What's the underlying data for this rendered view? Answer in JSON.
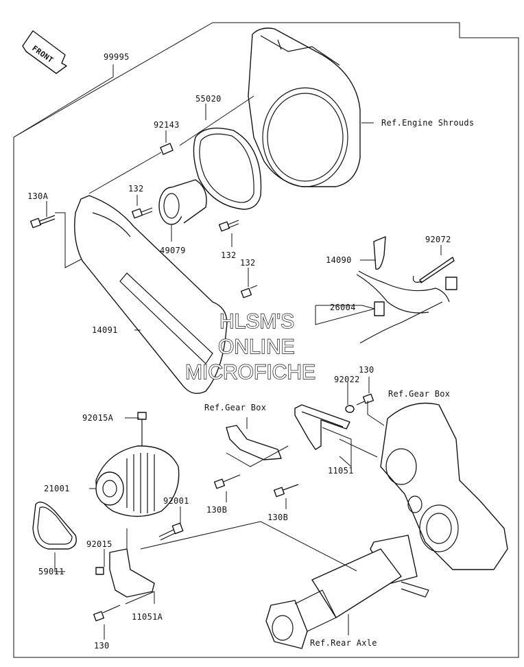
{
  "front_arrow": {
    "label": "FRONT"
  },
  "callouts": {
    "c99995": "99995",
    "c55020": "55020",
    "c92143": "92143",
    "c130A": "130A",
    "c132a": "132",
    "c49079": "49079",
    "c132b": "132",
    "c132c": "132",
    "c14091": "14091",
    "ref_engine_shrouds": "Ref.Engine Shrouds",
    "c14090": "14090",
    "c92072": "92072",
    "c26004": "26004",
    "c92022": "92022",
    "c130a": "130",
    "ref_gear_box_right": "Ref.Gear Box",
    "ref_gear_box_left": "Ref.Gear Box",
    "c92015A": "92015A",
    "c21001": "21001",
    "c92001": "92001",
    "c11051": "11051",
    "c130Ba": "130B",
    "c130Bb": "130B",
    "c92015": "92015",
    "c59011": "59011",
    "c11051A": "11051A",
    "c130b": "130",
    "ref_rear_axle": "Ref.Rear Axle"
  },
  "watermark": {
    "line1": "HLSM'S",
    "line2": "ONLINE",
    "line3": "MICROFICHE"
  },
  "icons": {
    "front_arrow": "front-arrow-icon"
  }
}
